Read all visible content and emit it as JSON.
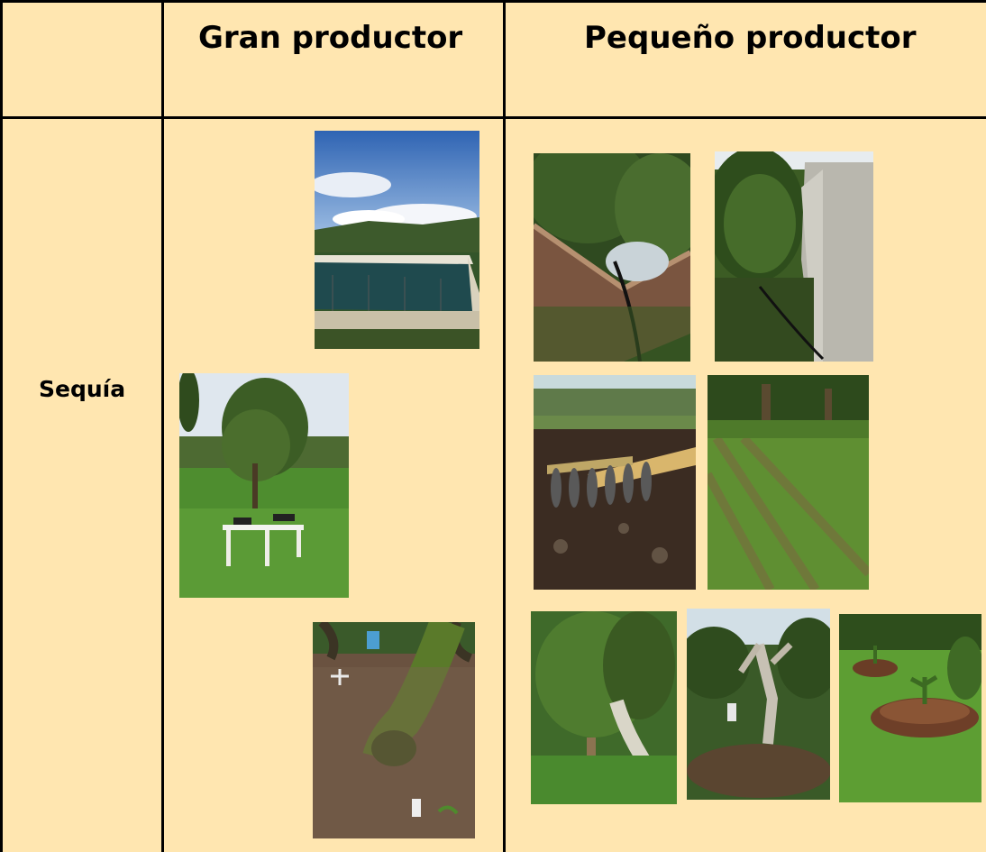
{
  "table": {
    "header": {
      "corner": "",
      "col1": "Gran productor",
      "col2": "Pequeño productor"
    },
    "row1": {
      "label": "Sequía"
    }
  },
  "photos": {
    "gran": [
      {
        "subject": "water reservoir pond with fence and hills"
      },
      {
        "subject": "avocado tree with pvc irrigation sprinkler in grass"
      },
      {
        "subject": "avocado trunk with mulch and irrigation pipe"
      }
    ],
    "pequeno": [
      {
        "subject": "brick water tank under avocado trees"
      },
      {
        "subject": "concrete water tank beside avocado tree"
      },
      {
        "subject": "disc harrow tractor implement in orchard"
      },
      {
        "subject": "grass rows between avocado trees"
      },
      {
        "subject": "young avocado tree with wooden stake"
      },
      {
        "subject": "pruned tree with branch pile"
      },
      {
        "subject": "planted seedlings on soil mounds"
      }
    ]
  },
  "colors": {
    "cell_background": "#ffe6b0",
    "border": "#000000"
  }
}
